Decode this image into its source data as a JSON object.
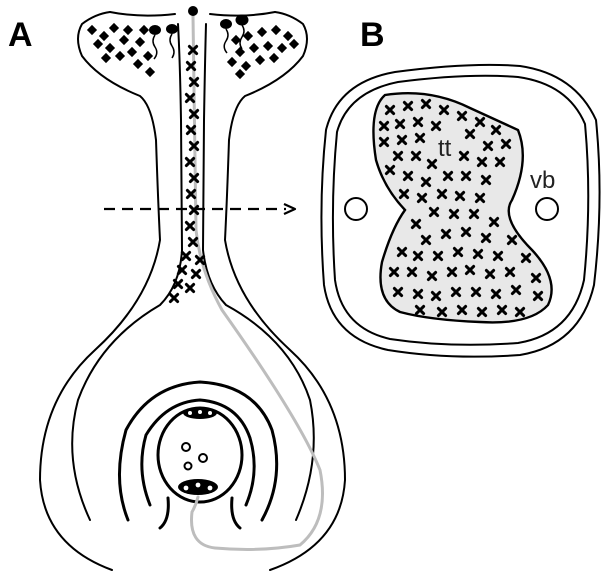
{
  "panels": {
    "a": {
      "label": "A"
    },
    "b": {
      "label": "B",
      "tissue_label": "tt",
      "bundle_label": "vb"
    }
  },
  "colors": {
    "ink": "#000000",
    "pollen_tube": "#bdbdbd",
    "transmitting_tissue_fill": "#e8e8e8",
    "background": "#ffffff"
  },
  "symbols": {
    "pollen_grain": "filled-circle",
    "stigma_cell": "filled-diamond",
    "transmitting_cell": "cross",
    "ovule": "open-circle"
  },
  "arrow": {
    "style": "dashed",
    "meaning": "cross-section-of-style"
  }
}
